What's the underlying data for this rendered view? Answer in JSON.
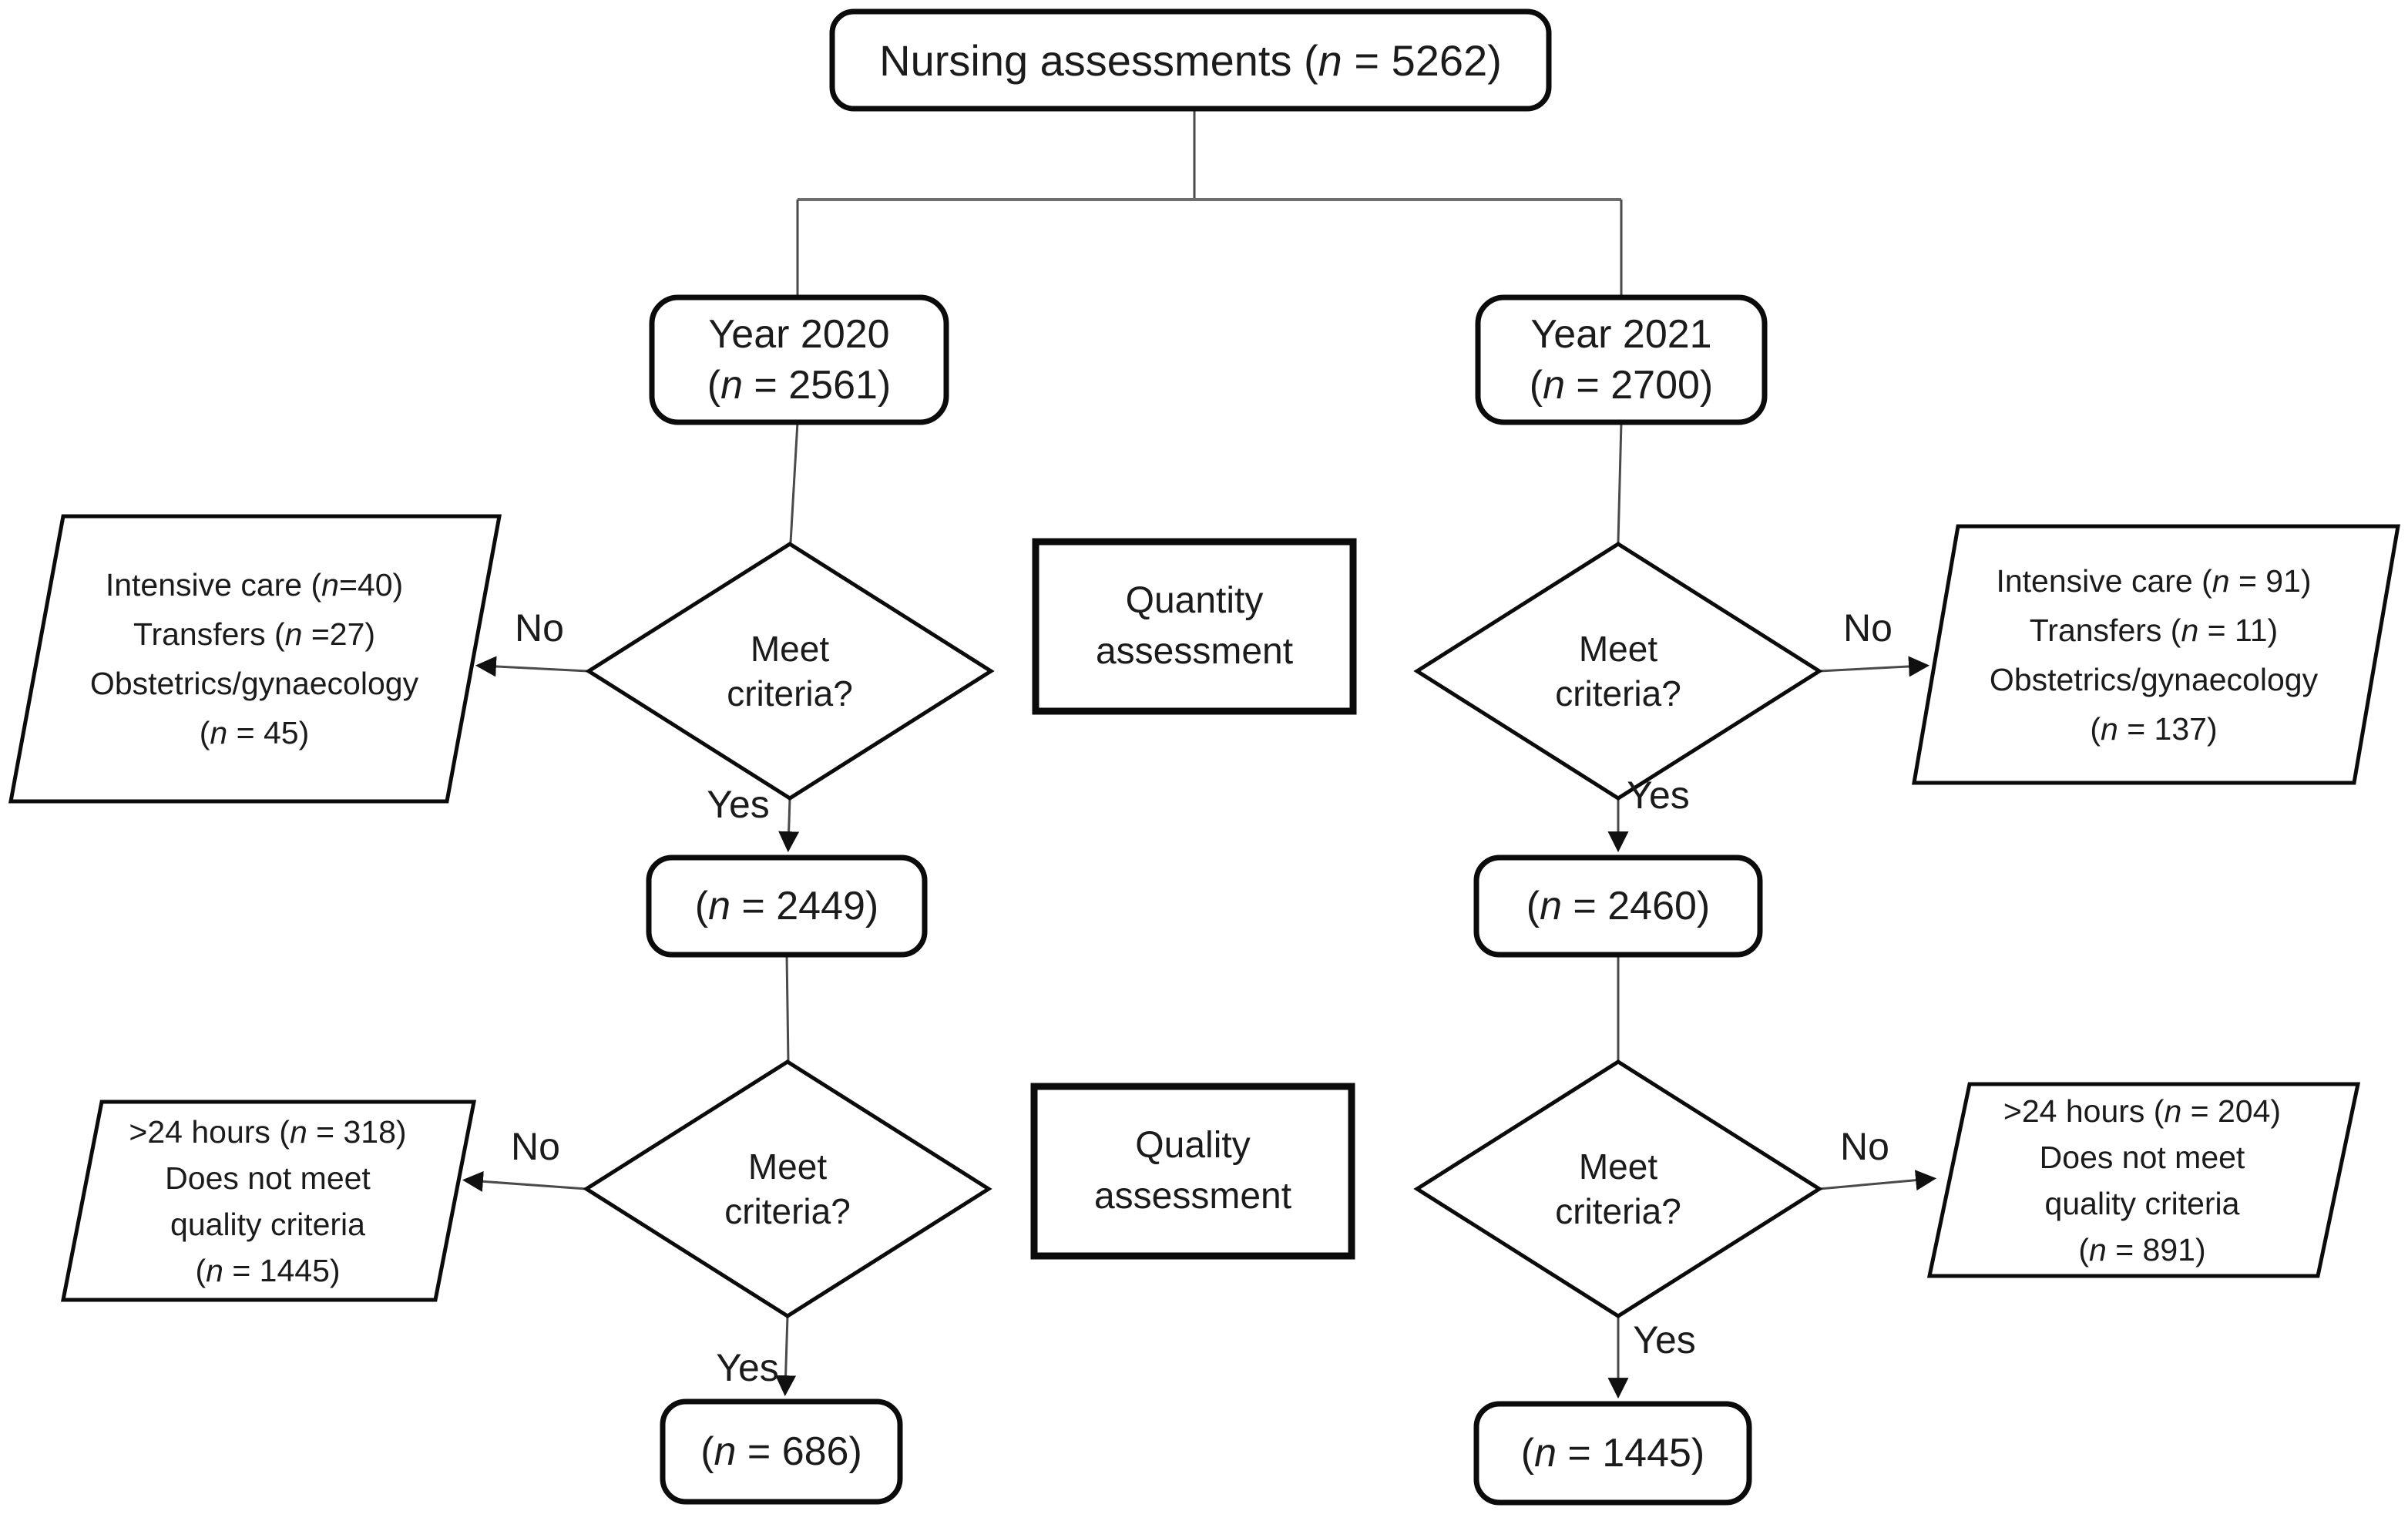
{
  "flowchart": {
    "root": {
      "label": "Nursing assessments (n = 5262)"
    },
    "stages": {
      "quantity": {
        "line1": "Quantity",
        "line2": "assessment"
      },
      "quality": {
        "line1": "Quality",
        "line2": "assessment"
      }
    },
    "y2020": {
      "year": {
        "line1": "Year 2020",
        "line2": "(n = 2561)"
      },
      "quantity": {
        "decision": {
          "line1": "Meet",
          "line2": "criteria?"
        },
        "no": "No",
        "yes": "Yes",
        "excluded": {
          "line1": "Intensive care (n=40)",
          "line2": "Transfers (n =27)",
          "line3": "Obstetrics/gynaecology",
          "line4": "(n = 45)"
        },
        "result": "(n = 2449)"
      },
      "quality": {
        "decision": {
          "line1": "Meet",
          "line2": "criteria?"
        },
        "no": "No",
        "yes": "Yes",
        "excluded": {
          "line1": ">24 hours (n = 318)",
          "line2": "Does not meet",
          "line3": "quality criteria",
          "line4": "(n = 1445)"
        },
        "result": "(n = 686)"
      }
    },
    "y2021": {
      "year": {
        "line1": "Year 2021",
        "line2": "(n = 2700)"
      },
      "quantity": {
        "decision": {
          "line1": "Meet",
          "line2": "criteria?"
        },
        "no": "No",
        "yes": "Yes",
        "excluded": {
          "line1": "Intensive care (n = 91)",
          "line2": "Transfers (n = 11)",
          "line3": "Obstetrics/gynaecology",
          "line4": "(n = 137)"
        },
        "result": "(n = 2460)"
      },
      "quality": {
        "decision": {
          "line1": "Meet",
          "line2": "criteria?"
        },
        "no": "No",
        "yes": "Yes",
        "excluded": {
          "line1": ">24 hours (n = 204)",
          "line2": "Does not meet",
          "line3": "quality criteria",
          "line4": "(n = 891)"
        },
        "result": "(n = 1445)"
      }
    }
  }
}
